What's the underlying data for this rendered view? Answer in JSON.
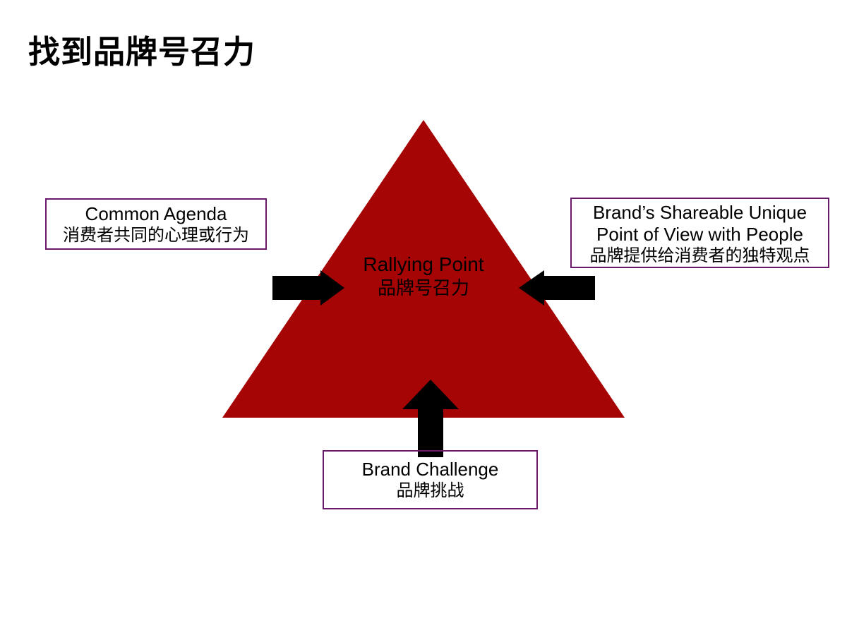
{
  "slide": {
    "title": "找到品牌号召力",
    "background_color": "#FFFFFF"
  },
  "diagram": {
    "triangle": {
      "fill_color": "#A50505",
      "center_label_en": "Rallying Point",
      "center_label_zh": "品牌号召力",
      "label_color": "#000000"
    },
    "box_border_color": "#6B1A6B",
    "arrow_color": "#000000",
    "callouts": {
      "left": {
        "en": "Common Agenda",
        "zh": "消费者共同的心理或行为"
      },
      "right": {
        "en_line1": "Brand’s Shareable Unique",
        "en_line2": "Point of View with People",
        "zh": "品牌提供给消费者的独特观点"
      },
      "bottom": {
        "en": "Brand  Challenge",
        "zh": "品牌挑战"
      }
    },
    "arrows": [
      {
        "name": "arrow-left",
        "direction": "right"
      },
      {
        "name": "arrow-right",
        "direction": "left"
      },
      {
        "name": "arrow-up",
        "direction": "up"
      }
    ]
  }
}
